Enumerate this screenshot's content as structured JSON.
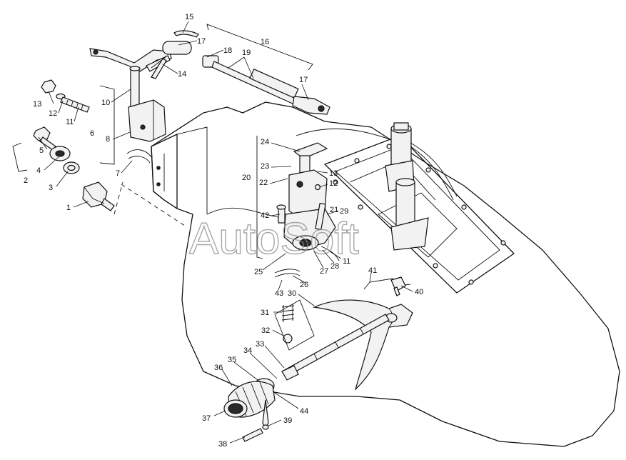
{
  "watermark": "AutoSoft",
  "callouts": [
    {
      "id": "c1",
      "text": "1"
    },
    {
      "id": "c2",
      "text": "2"
    },
    {
      "id": "c3",
      "text": "3"
    },
    {
      "id": "c4",
      "text": "4"
    },
    {
      "id": "c5",
      "text": "5"
    },
    {
      "id": "c6",
      "text": "6"
    },
    {
      "id": "c7",
      "text": "7"
    },
    {
      "id": "c8",
      "text": "8"
    },
    {
      "id": "c10",
      "text": "10"
    },
    {
      "id": "c11a",
      "text": "11"
    },
    {
      "id": "c12a",
      "text": "12"
    },
    {
      "id": "c13a",
      "text": "13"
    },
    {
      "id": "c14",
      "text": "14"
    },
    {
      "id": "c15",
      "text": "15"
    },
    {
      "id": "c16",
      "text": "16"
    },
    {
      "id": "c17a",
      "text": "17"
    },
    {
      "id": "c17b",
      "text": "17"
    },
    {
      "id": "c18",
      "text": "18"
    },
    {
      "id": "c19",
      "text": "19"
    },
    {
      "id": "c20",
      "text": "20"
    },
    {
      "id": "c21",
      "text": "21"
    },
    {
      "id": "c22",
      "text": "22"
    },
    {
      "id": "c23",
      "text": "23"
    },
    {
      "id": "c24",
      "text": "24"
    },
    {
      "id": "c13b",
      "text": "13"
    },
    {
      "id": "c12b",
      "text": "12"
    },
    {
      "id": "c42",
      "text": "42"
    },
    {
      "id": "c29",
      "text": "29"
    },
    {
      "id": "c25",
      "text": "25"
    },
    {
      "id": "c27",
      "text": "27"
    },
    {
      "id": "c28",
      "text": "28"
    },
    {
      "id": "c11b",
      "text": "11"
    },
    {
      "id": "c41",
      "text": "41"
    },
    {
      "id": "c40",
      "text": "40"
    },
    {
      "id": "c26",
      "text": "26"
    },
    {
      "id": "c43",
      "text": "43"
    },
    {
      "id": "c30",
      "text": "30"
    },
    {
      "id": "c31",
      "text": "31"
    },
    {
      "id": "c32",
      "text": "32"
    },
    {
      "id": "c33",
      "text": "33"
    },
    {
      "id": "c34",
      "text": "34"
    },
    {
      "id": "c35",
      "text": "35"
    },
    {
      "id": "c36",
      "text": "36"
    },
    {
      "id": "c37",
      "text": "37"
    },
    {
      "id": "c38",
      "text": "38"
    },
    {
      "id": "c39",
      "text": "39"
    },
    {
      "id": "c44",
      "text": "44"
    }
  ]
}
